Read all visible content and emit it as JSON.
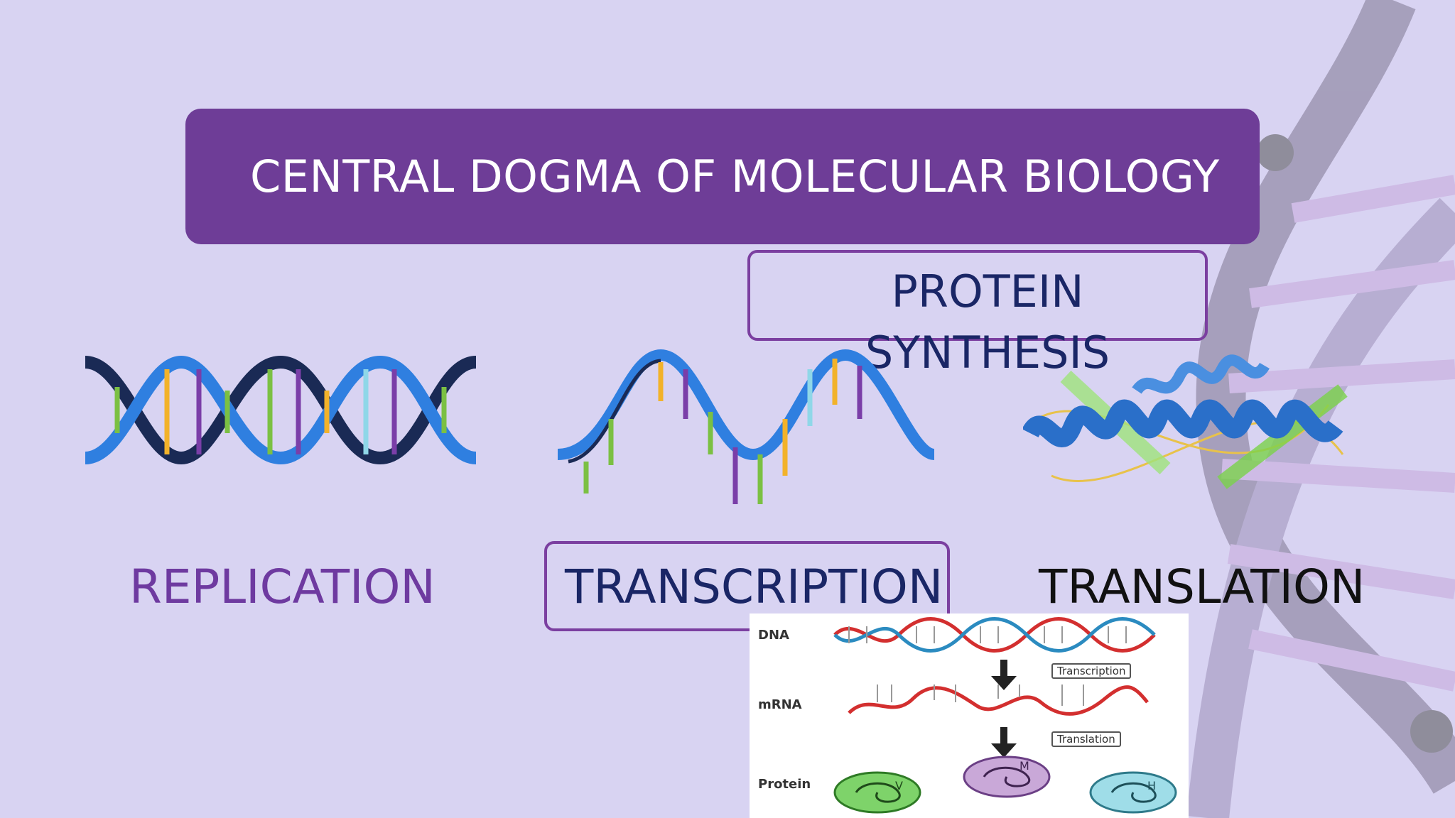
{
  "slide": {
    "title": "CENTRAL DOGMA OF MOLECULAR BIOLOGY",
    "protein_synthesis": "PROTEIN SYNTHESIS",
    "labels": {
      "replication": "REPLICATION",
      "transcription": "TRANSCRIPTION",
      "translation": "TRANSLATION"
    }
  },
  "diagram": {
    "dna": "DNA",
    "mrna": "mRNA",
    "protein": "Protein",
    "transcription_tag": "Transcription",
    "translation_tag": "Translation",
    "protein_letters": [
      "V",
      "M",
      "H"
    ]
  },
  "colors": {
    "background": "#d8d3f2",
    "title_bg": "#6e3d97",
    "box_outline": "#7b3fa0",
    "helix_blue": "#2f7fe0",
    "helix_dark": "#1a2a55"
  }
}
